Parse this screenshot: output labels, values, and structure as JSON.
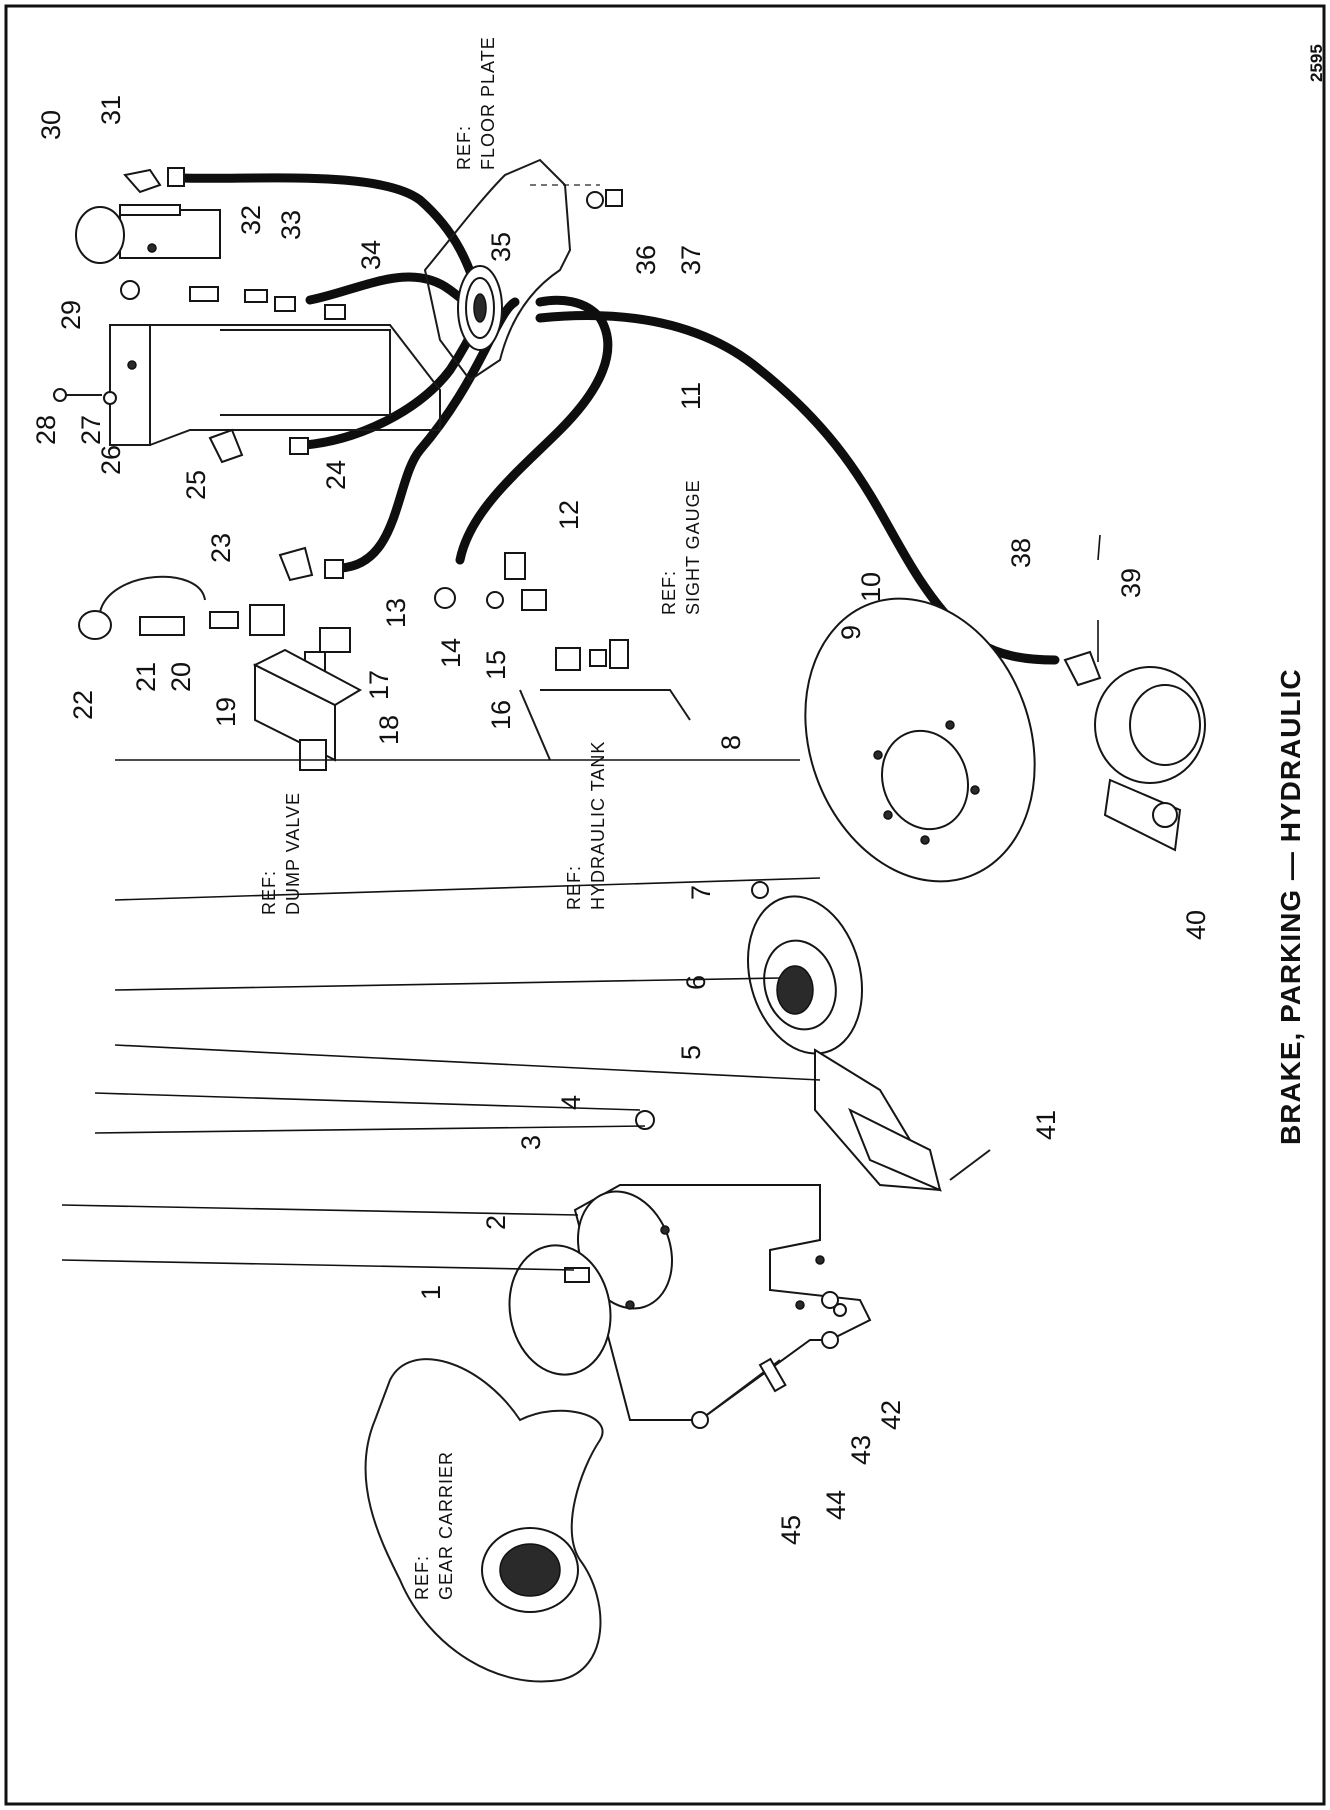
{
  "diagram": {
    "page_id": "2595",
    "title": "BRAKE, PARKING — HYDRAULIC",
    "references": [
      "REF:\nFLOOR PLATE",
      "REF:\nDUMP VALVE",
      "REF:\nHYDRAULIC TANK",
      "REF:\nSIGHT GAUGE",
      "REF:\nGEAR CARRIER"
    ],
    "callouts": [
      "1",
      "2",
      "3",
      "4",
      "5",
      "6",
      "7",
      "8",
      "9",
      "10",
      "11",
      "12",
      "13",
      "14",
      "15",
      "16",
      "17",
      "18",
      "19",
      "20",
      "21",
      "22",
      "23",
      "24",
      "25",
      "26",
      "27",
      "28",
      "29",
      "30",
      "31",
      "32",
      "33",
      "34",
      "35",
      "36",
      "37",
      "38",
      "39",
      "40",
      "41",
      "42",
      "43",
      "44",
      "45"
    ]
  }
}
